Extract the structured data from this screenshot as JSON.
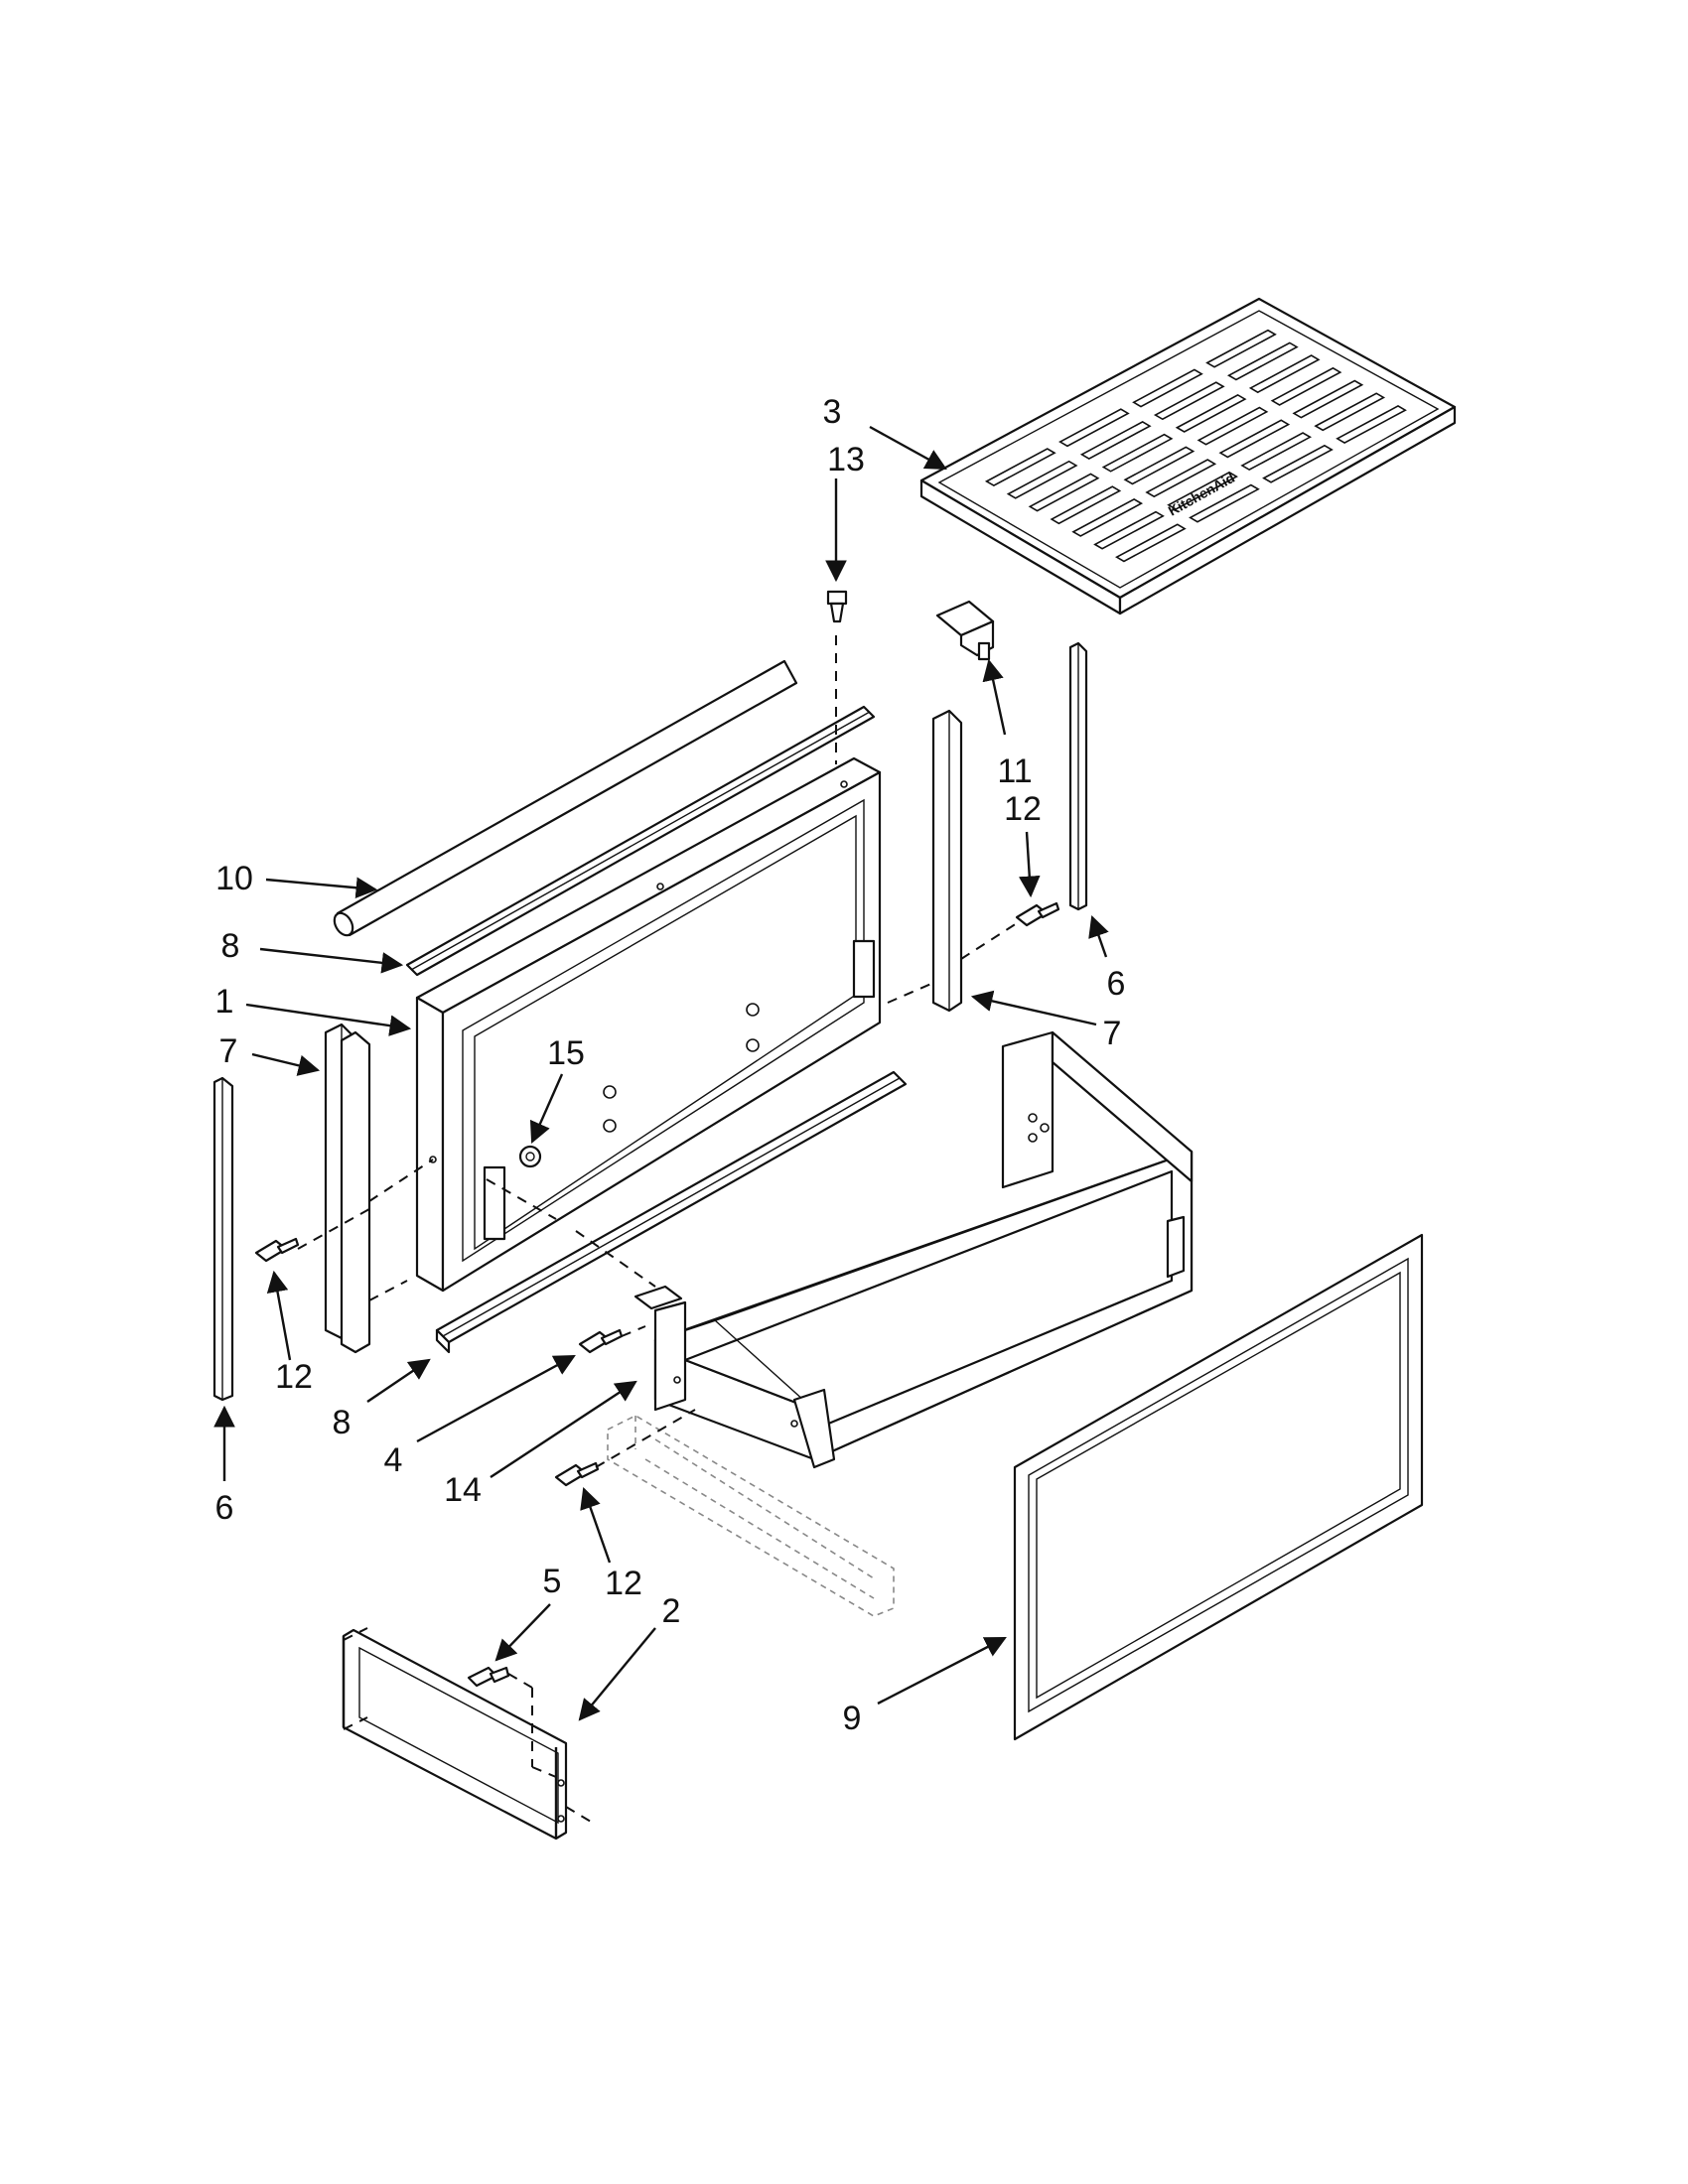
{
  "diagram": {
    "callouts": [
      {
        "id": "c3",
        "text": "3"
      },
      {
        "id": "c13",
        "text": "13"
      },
      {
        "id": "c11",
        "text": "11"
      },
      {
        "id": "c12a",
        "text": "12"
      },
      {
        "id": "c10",
        "text": "10"
      },
      {
        "id": "c8a",
        "text": "8"
      },
      {
        "id": "c1",
        "text": "1"
      },
      {
        "id": "c7a",
        "text": "7"
      },
      {
        "id": "c15",
        "text": "15"
      },
      {
        "id": "c6a",
        "text": "6"
      },
      {
        "id": "c7b",
        "text": "7"
      },
      {
        "id": "c12b",
        "text": "12"
      },
      {
        "id": "c8b",
        "text": "8"
      },
      {
        "id": "c4",
        "text": "4"
      },
      {
        "id": "c14",
        "text": "14"
      },
      {
        "id": "c6b",
        "text": "6"
      },
      {
        "id": "c12c",
        "text": "12"
      },
      {
        "id": "c5",
        "text": "5"
      },
      {
        "id": "c2",
        "text": "2"
      },
      {
        "id": "c9",
        "text": "9"
      }
    ]
  }
}
